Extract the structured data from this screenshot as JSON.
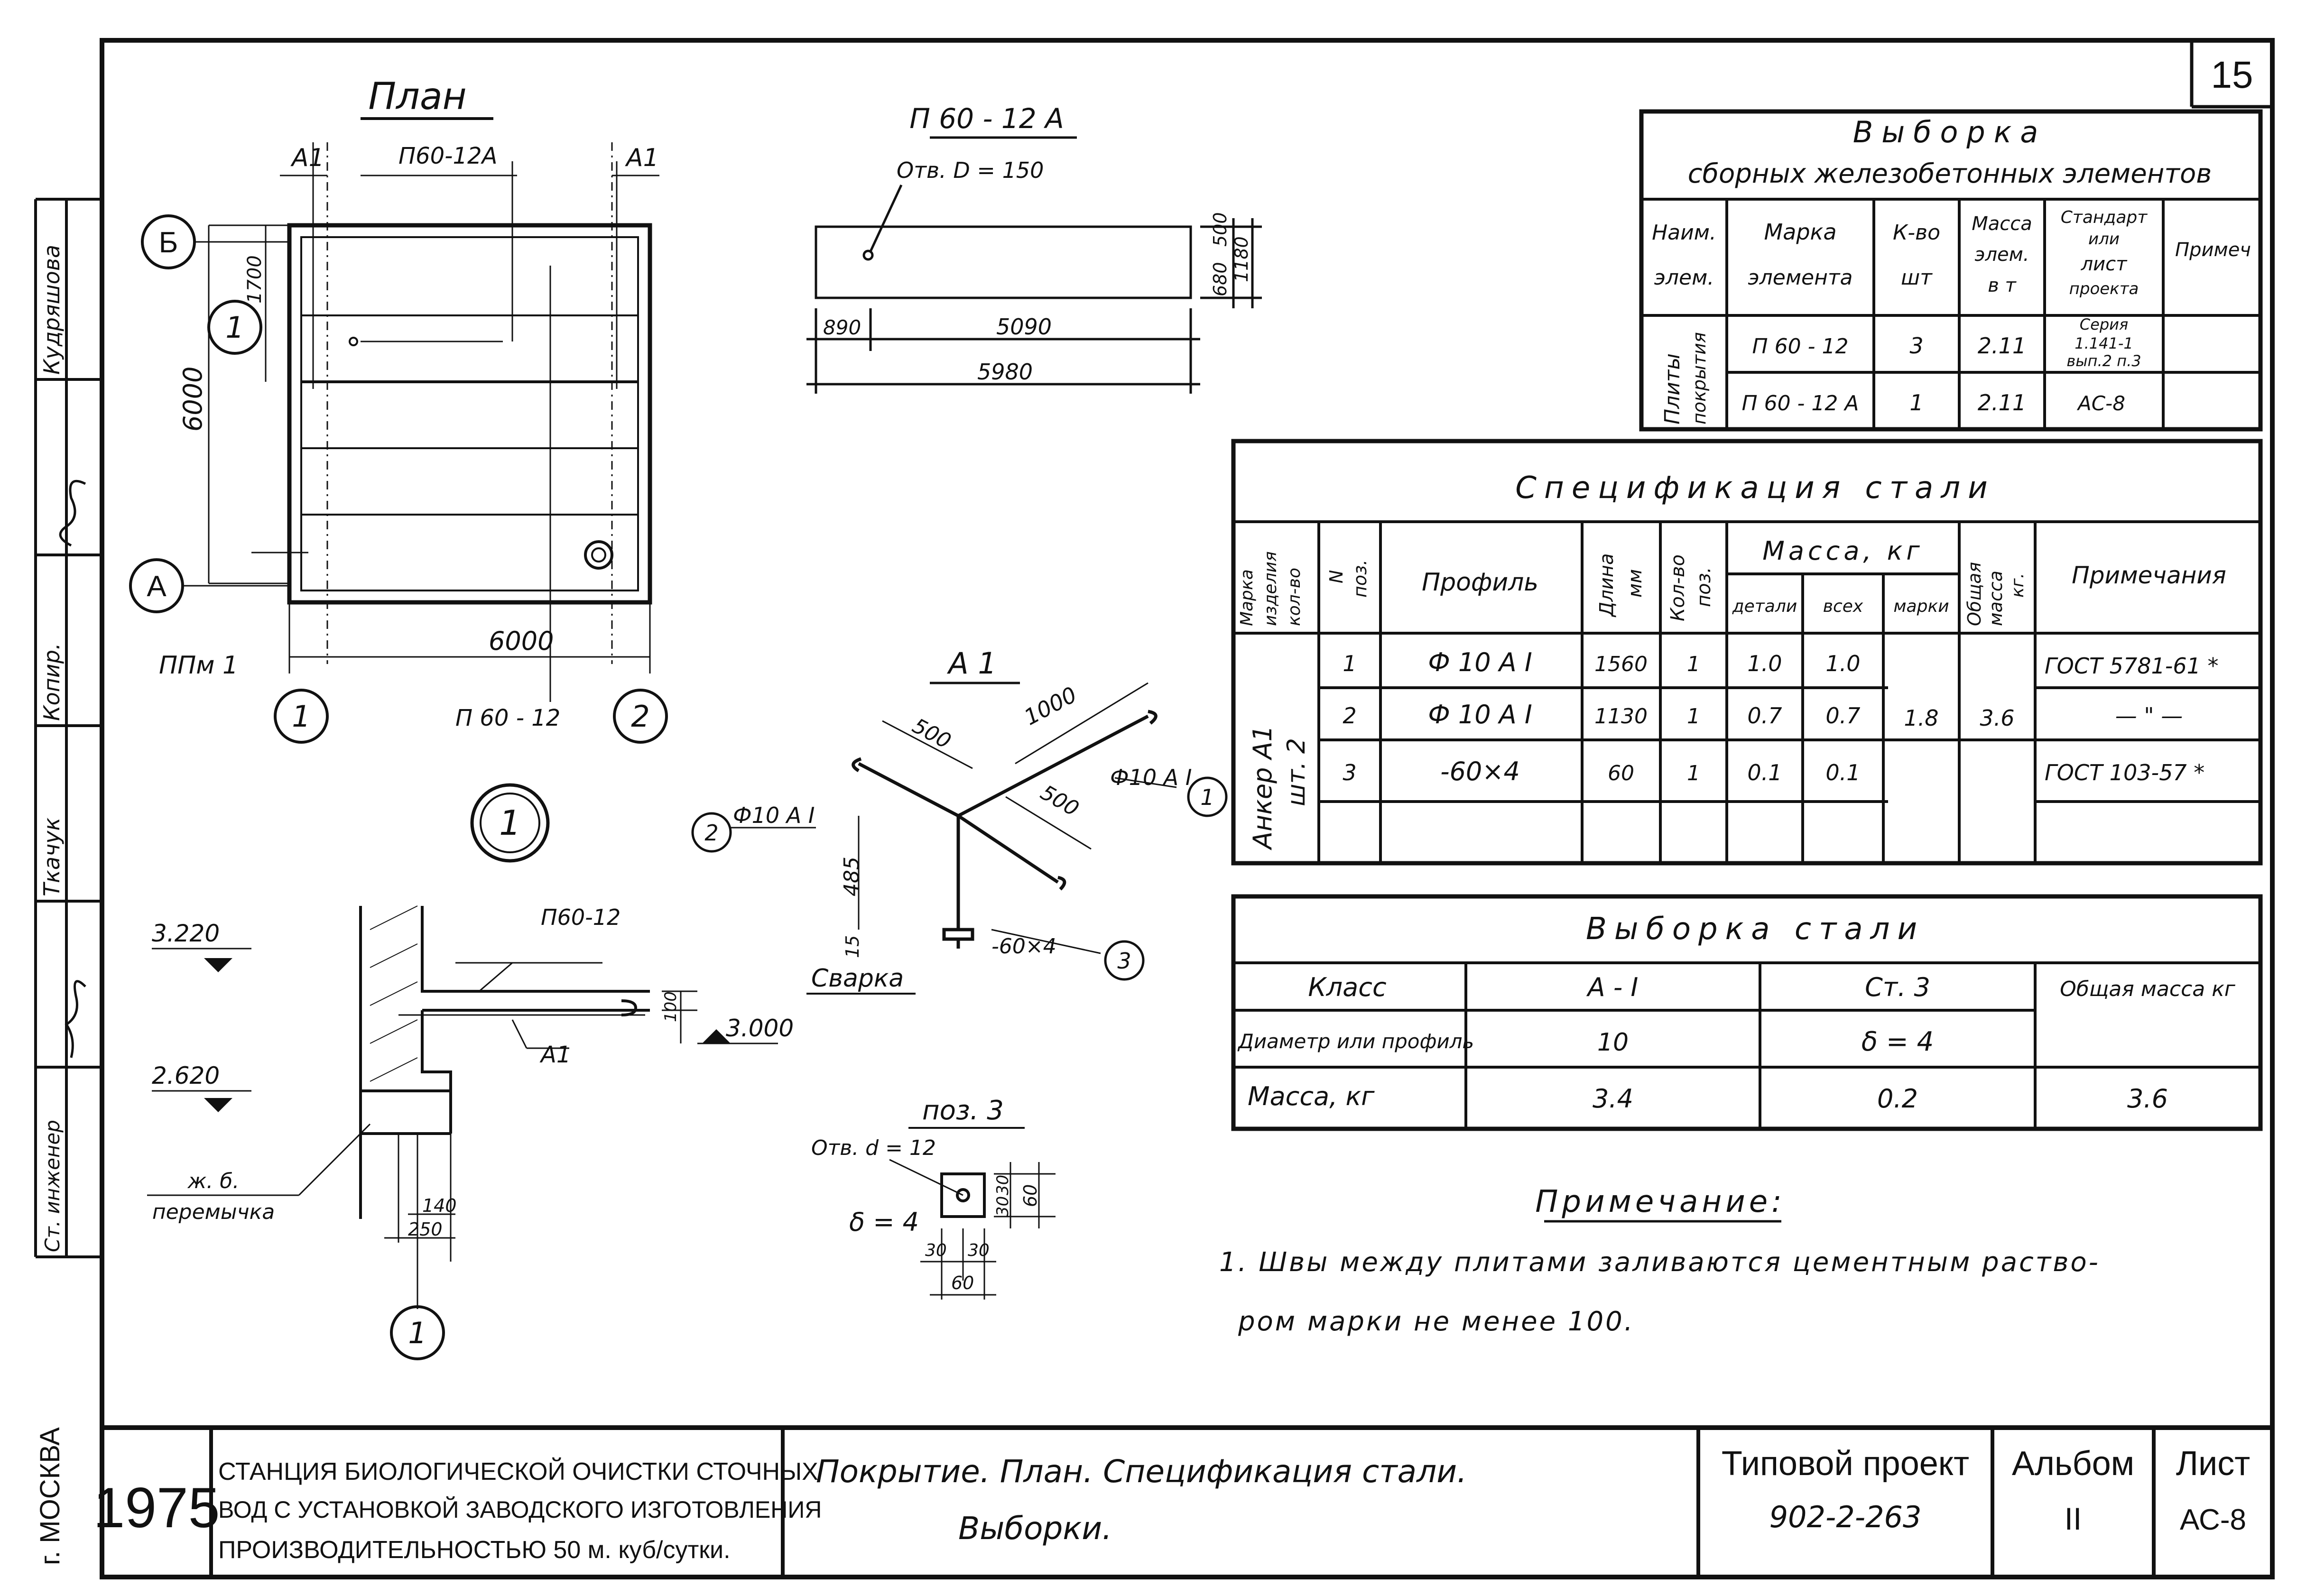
{
  "sheet_number": "15",
  "plan": {
    "title": "План",
    "axis_b": "Б",
    "axis_a": "А",
    "axis_1": "1",
    "axis_2": "2",
    "callout_1": "1",
    "label_a1_left": "А1",
    "label_a1_right": "А1",
    "label_p60_12a": "П60-12А",
    "label_ppm1": "ППм 1",
    "label_p60_12": "П 60 - 12",
    "dim_6000_v": "6000",
    "dim_6000_h": "6000",
    "dim_1700": "1700"
  },
  "slab": {
    "title": "П 60 - 12 А",
    "hole_note": "Отв. D = 150",
    "dim_890": "890",
    "dim_5090": "5090",
    "dim_5980": "5980",
    "dim_680": "680",
    "dim_500": "500",
    "dim_1180": "1180"
  },
  "selection_elements": {
    "title": "Выборка",
    "subtitle": "сборных железобетонных элементов",
    "headers": {
      "name": [
        "Наим.",
        "элем."
      ],
      "mark": [
        "Марка",
        "элемента"
      ],
      "qty": [
        "К-во",
        "шт"
      ],
      "mass": [
        "Масса",
        "элем.",
        "в т"
      ],
      "standard": [
        "Стандарт",
        "или",
        "лист",
        "проекта"
      ],
      "note": "Примеч"
    },
    "group_label": [
      "Плиты",
      "покрытия"
    ],
    "rows": [
      {
        "mark": "П 60 - 12",
        "qty": "3",
        "mass": "2.11",
        "standard": [
          "Серия",
          "1.141-1",
          "вып.2 п.3"
        ]
      },
      {
        "mark": "П 60 - 12 А",
        "qty": "1",
        "mass": "2.11",
        "standard": [
          "АС-8"
        ]
      }
    ]
  },
  "steel_spec": {
    "title": "Спецификация стали",
    "headers": {
      "mark": [
        "Марка",
        "изделия",
        "кол-во"
      ],
      "pos": [
        "N",
        "поз."
      ],
      "profile": "Профиль",
      "length": [
        "Длина",
        "мм"
      ],
      "qty": [
        "Кол-во",
        "поз."
      ],
      "mass_group": "Масса, кг",
      "mass_detail": "детали",
      "mass_all": "всех",
      "mass_mark": "марки",
      "total": [
        "Общая",
        "масса",
        "кг."
      ],
      "note": "Примечания"
    },
    "group_label": [
      "Анкер А1",
      "шт. 2"
    ],
    "rows": [
      {
        "pos": "1",
        "profile": "Ф 10 А I",
        "length": "1560",
        "qty": "1",
        "detail": "1.0",
        "all": "1.0",
        "note": "ГОСТ 5781-61 *"
      },
      {
        "pos": "2",
        "profile": "Ф 10 А I",
        "length": "1130",
        "qty": "1",
        "detail": "0.7",
        "all": "0.7",
        "note": "— \" —"
      },
      {
        "pos": "3",
        "profile": "-60×4",
        "length": "60",
        "qty": "1",
        "detail": "0.1",
        "all": "0.1",
        "note": "ГОСТ 103-57 *"
      }
    ],
    "mass_mark_value": "1.8",
    "total_value": "3.6"
  },
  "steel_selection": {
    "title": "Выборка стали",
    "row_class": [
      "Класс",
      "А - I",
      "Ст. 3",
      "Общая масса кг"
    ],
    "row_diam": [
      "Диаметр или профиль",
      "10",
      "δ = 4"
    ],
    "row_mass": [
      "Масса, кг",
      "3.4",
      "0.2",
      "3.6"
    ]
  },
  "anchor": {
    "title": "А 1",
    "dim_1000": "1000",
    "dim_500a": "500",
    "dim_500b": "500",
    "dim_485": "485",
    "dim_15": "15",
    "pos1_label": "Ф10 А I",
    "pos1": "1",
    "pos2_label": "Ф10 А I",
    "pos2": "2",
    "pos3_label": "-60×4",
    "pos3": "3",
    "weld": "Сварка"
  },
  "section": {
    "callout": "1",
    "callout_bottom": "1",
    "elev_3220": "3.220",
    "elev_2620": "2.620",
    "elev_3000": "3.000",
    "label_p60_12": "П60-12",
    "label_a1": "А1",
    "label_lintel": [
      "ж. б.",
      "перемычка"
    ],
    "dim_100": "100",
    "dim_140": "140",
    "dim_250": "250"
  },
  "pos3": {
    "title": "поз. 3",
    "hole": "Отв. d = 12",
    "delta": "δ = 4",
    "dim_30a": "30",
    "dim_30b": "30",
    "dim_30c": "30",
    "dim_30d": "30",
    "dim_60a": "60",
    "dim_60b": "60"
  },
  "note": {
    "title": "Примечание:",
    "line1": "1. Швы между плитами заливаются цементным раство-",
    "line2": "ром марки не менее 100."
  },
  "side_stamp": {
    "items": [
      "Кудряшова",
      "Копир.",
      "Ткачук",
      "Ст. инженер"
    ],
    "city": "г. МОСКВА"
  },
  "title_block": {
    "year": "1975",
    "project_desc": [
      "СТАНЦИЯ БИОЛОГИЧЕСКОЙ ОЧИСТКИ СТОЧНЫХ",
      "ВОД С УСТАНОВКОЙ ЗАВОДСКОГО ИЗГОТОВЛЕНИЯ",
      "ПРОИЗВОДИТЕЛЬНОСТЬЮ 50 м. куб/сутки."
    ],
    "sheet_title": [
      "Покрытие. План. Спецификация стали.",
      "Выборки."
    ],
    "typical_label": "Типовой проект",
    "typical_value": "902-2-263",
    "album_label": "Альбом",
    "album_value": "II",
    "sheet_label": "Лист",
    "sheet_value": "АС-8"
  }
}
